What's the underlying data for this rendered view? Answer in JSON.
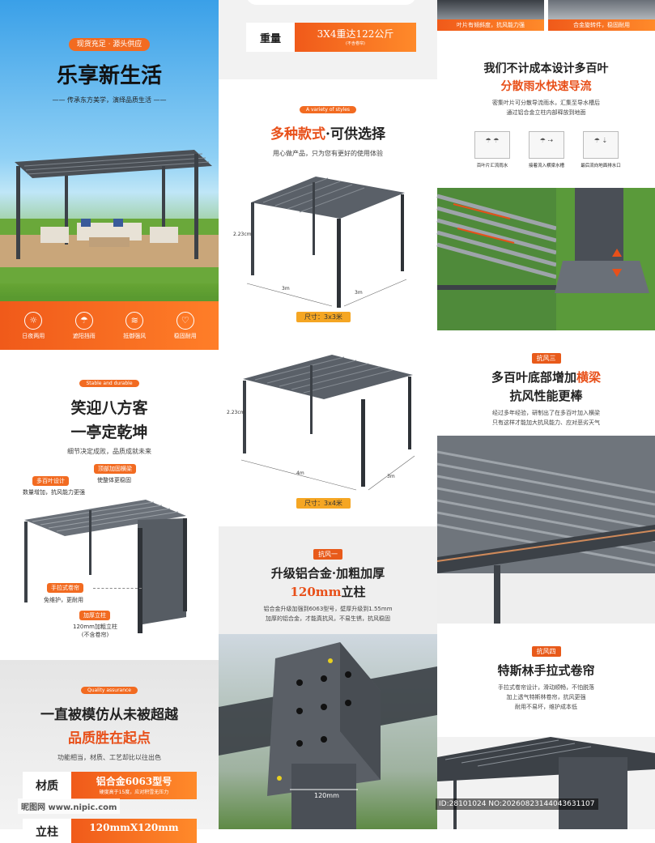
{
  "hero": {
    "badge": "现货充足 · 源头供应",
    "title": "乐享新生活",
    "subtitle": "—— 传承东方美学，演绎品质生活 ——",
    "features": [
      {
        "icon": "sun-icon",
        "glyph": "☼",
        "label": "日夜两用"
      },
      {
        "icon": "umbrella-icon",
        "glyph": "☂",
        "label": "遮阳挡雨"
      },
      {
        "icon": "wind-icon",
        "glyph": "≋",
        "label": "抵御强风"
      },
      {
        "icon": "shield-icon",
        "glyph": "♡",
        "label": "稳固耐用"
      }
    ]
  },
  "stable": {
    "badge": "Stable and durable",
    "title1": "笑迎八方客",
    "title2": "一亭定乾坤",
    "desc": "细节决定成败，品质成就未来",
    "callouts": [
      {
        "label": "多百叶设计",
        "note": "数量增加，抗风能力更强"
      },
      {
        "label": "顶部加固横梁",
        "note": "使整体更稳固"
      },
      {
        "label": "手拉式卷帘",
        "note": "免维护，更耐用"
      },
      {
        "label": "加厚立柱",
        "note": "120mm加粗立柱\n(不含卷帘)"
      }
    ]
  },
  "quality": {
    "badge": "Quality assurance",
    "title1": "一直被模仿从未被超越",
    "title2": "品质胜在起点",
    "desc": "功能相当，材质、工艺却比以往出色",
    "spec_label": "材质",
    "spec_value": "铝合金6063型号",
    "spec_note": "硬度高于15度，应对积雪无压力",
    "spec2": "120mmX120mm",
    "spec2_label": "立柱"
  },
  "styles": {
    "weight_label": "重量",
    "weight_value": "3X4重达122公斤",
    "weight_note": "(不含卷帘)",
    "badge": "A variety of styles",
    "title_a": "多种款式",
    "title_b": "·可供选择",
    "desc": "用心做产品，只为您有更好的使用体验",
    "model1": {
      "height": "2.23cm",
      "w": "3m",
      "d": "3m",
      "size": "尺寸：3x3米"
    },
    "model2": {
      "height": "2.23cm",
      "w": "4m",
      "d": "3m",
      "size": "尺寸：3x4米"
    }
  },
  "wind1": {
    "tag": "抗风一",
    "title": "升级铝合金·加粗加厚",
    "title2_a": "120mm",
    "title2_b": "立柱",
    "desc1": "铝合金升级加强到6063型号，壁厚升级到1.55mm",
    "desc2": "加厚的铝合金，才能真抗风，不易生锈，抗风稳固",
    "dim": "120mm"
  },
  "drain": {
    "cap_left": "叶片有倾斜度，抗风能力强",
    "cap_right": "合金旋转件，稳固耐用",
    "title1": "我们不计成本设计多百叶",
    "title2": "分散雨水快速导流",
    "desc1": "密集叶片可分散导流雨水，汇集至导水槽后",
    "desc2": "通过铝合金立柱内部释放到地面",
    "steps": [
      "百叶片汇流雨水",
      "接着流入横梁水槽",
      "最后流向地面排水口"
    ]
  },
  "wind3": {
    "tag": "抗风三",
    "title1_a": "多百叶底部增加",
    "title1_b": "横梁",
    "title2": "抗风性能更棒",
    "desc1": "经过多年经验，研制出了在多百叶加入横梁",
    "desc2": "只有这样才能加大抗风能力、应对恶劣天气"
  },
  "wind4": {
    "tag": "抗风四",
    "title": "特斯林手拉式卷帘",
    "desc1": "手拉式卷帘设计，滑动顺畅，不怕脱落",
    "desc2": "加上透气特斯林卷帘，抗风更强",
    "desc3": "耐用不易坏，维护成本低"
  },
  "watermark": {
    "logo": "昵图网 www.nipic.com",
    "id": "ID:28101024 NO:20260823144043631107"
  }
}
